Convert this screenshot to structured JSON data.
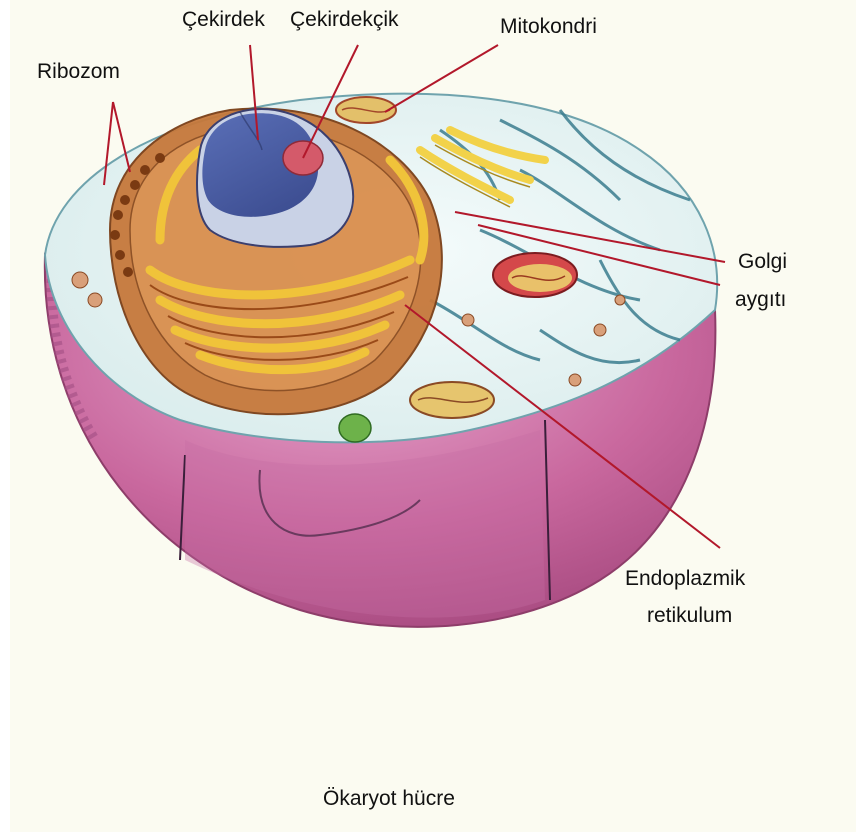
{
  "labels": {
    "ribozom": "Ribozom",
    "cekirdek": "Çekirdek",
    "cekirdekcik": "Çekirdekçik",
    "mitokondri": "Mitokondri",
    "golgi_line1": "Golgi",
    "golgi_line2": "aygıtı",
    "er_line1": "Endoplazmik",
    "er_line2": "retikulum"
  },
  "caption": "Ökaryot hücre",
  "colors": {
    "background": "#fbfbf1",
    "membrane": "#c9689e",
    "nucleus": "#5566a8",
    "nucleolus": "#d45a6a",
    "er_yellow": "#f0c33a",
    "er_brown": "#b5652a",
    "golgi": "#f2d24a",
    "mitochondria": "#d4484a",
    "pointer_line": "#b2182b",
    "cytoskeleton": "#3b7d8f"
  }
}
